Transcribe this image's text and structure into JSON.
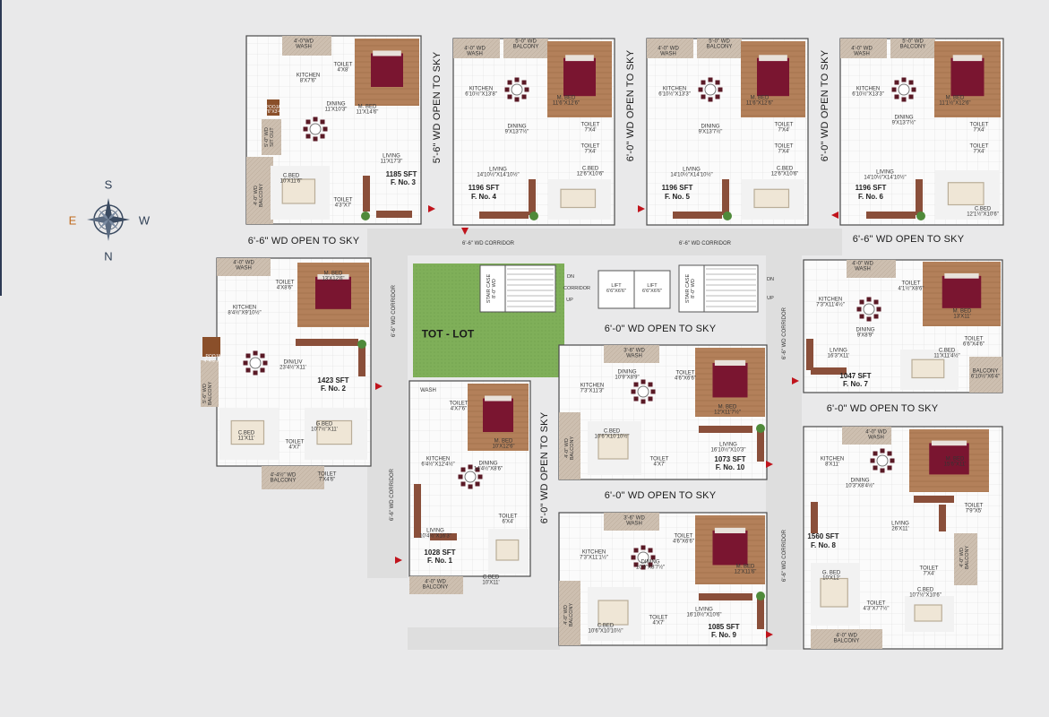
{
  "compass": {
    "north": "N",
    "south": "S",
    "east": "E",
    "west": "W",
    "east_color": "#c06a1e"
  },
  "colors": {
    "background": "#e9e9ea",
    "wall": "#4a4a4a",
    "floor": "#ffffff",
    "wood": "#b07a55",
    "bed": "#7a1530",
    "balcony": "#c9bdb0",
    "grass": "#7fae5a",
    "arrow": "#c0141c"
  },
  "tot_lot": "TOT - LOT",
  "open_to_sky": {
    "top_left": "6'-6\" WD OPEN TO SKY",
    "top_right": "6'-6\" WD OPEN TO SKY",
    "mid_center": "6'-0\" WD OPEN TO SKY",
    "right_mid": "6'-0\" WD OPEN TO SKY",
    "lower_center": "6'-0\" WD OPEN TO SKY",
    "v_f4": "5'-6\" WD OPEN TO SKY",
    "v_f5": "6'-0\" WD OPEN TO SKY",
    "v_f6": "6'-0\" WD OPEN TO SKY",
    "v_f1": "6'-0\" WD OPEN TO SKY"
  },
  "corridors": {
    "c1": "6'-6\" WD CORRIDOR",
    "c2": "6'-6\" WD CORRIDOR",
    "c3": "6'-6\" WD CORRIDOR",
    "c4": "6'-6\" WD CORRIDOR",
    "c5": "6'-6\" WD CORRIDOR",
    "c6": "6'-6\" WD CORRIDOR"
  },
  "core": {
    "stair1": "STAIR CASE\n8'-0\" WD",
    "stair2": "STAIR CASE\n8'-0\" WD",
    "lift1": "LIFT\n6'6\"X6'6\"",
    "lift2": "LIFT\n6'6\"X6'6\"",
    "dn": "DN",
    "corridor": "CORRIDOR",
    "up": "UP",
    "dn2": "DN",
    "up2": "UP"
  },
  "flats": {
    "f3": {
      "area": "1185 SFT",
      "no": "F. No. 3",
      "wash": "4'-0\"WD\nWASH",
      "kitchen": "KITCHEN\n8'X7'6\"",
      "toilet1": "TOILET\n4'X8'",
      "mbed": "M. BED\n11'X14'6\"",
      "dining": "DINING\n11'X10'3\"",
      "pooja": "POOJA\n4'6\"X3'4\"",
      "living": "LIVING\n11'X17'3\"",
      "cbed": "C.BED\n10'X11'6\"",
      "toilet2": "TOILET\n4'3\"X7'",
      "balcony": "4'-0\" WD\nBALCONY",
      "sit": "5'-0\" WD\nSIT OUT"
    },
    "f4": {
      "area": "1196 SFT",
      "no": "F. No. 4",
      "wash": "4'-0\" WD\nWASH",
      "balcony": "5'-0\" WD\nBALCONY",
      "kitchen": "KITCHEN\n6'10½\"X13'8\"",
      "mbed": "M. BED\n11'6\"X12'6\"",
      "dining": "DINING\n9'X13'7½\"",
      "toilet1": "TOILET\n7'X4'",
      "toilet2": "TOILET\n7'X4'",
      "living": "LIVING\n14'10½\"X14'10½\"",
      "cbed": "C.BED\n12'6\"X10'6\""
    },
    "f5": {
      "area": "1196 SFT",
      "no": "F. No. 5",
      "wash": "4'-0\" WD\nWASH",
      "balcony": "5'-0\" WD\nBALCONY",
      "kitchen": "KITCHEN\n6'10½\"X13'3\"",
      "mbed": "M. BED\n11'6\"X12'6\"",
      "dining": "DINING\n9'X13'7½\"",
      "toilet1": "TOILET\n7'X4'",
      "toilet2": "TOILET\n7'X4'",
      "living": "LIVING\n14'10½\"X14'10½\"",
      "cbed": "C.BED\n12'6\"X10'6\""
    },
    "f6": {
      "area": "1196 SFT",
      "no": "F. No. 6",
      "wash": "4'-0\" WD\nWASH",
      "balcony": "5'-0\" WD\nBALCONY",
      "kitchen": "KITCHEN\n6'10½\"X13'3\"",
      "mbed": "M. BED\n11'1½\"X12'6\"",
      "dining": "DINING\n9'X13'7½\"",
      "toilet1": "TOILET\n7'X4'",
      "toilet2": "TOILET\n7'X4'",
      "living": "LIVING\n14'10½\"X14'10½\"",
      "cbed": "C.BED\n12'1½\"X10'6\""
    },
    "f2": {
      "area": "1423 SFT",
      "no": "F. No. 2",
      "wash": "4'-0\" WD\nWASH",
      "toilet1": "TOILET\n4'X8'6\"",
      "mbed": "M. BED\n13'X12'6\"",
      "kitchen": "KITCHEN\n8'4½\"X9'10½\"",
      "pooja": "POOJA\n4'-4½\"X5'",
      "dinliv": "DIN/LIV\n23'4½\"X11'",
      "balcony1": "5'-6\" WD\nBALCONY",
      "cbed": "C.BED\n11'X11'",
      "gbed": "G.BED\n10'7½\"X11'",
      "toilet2": "TOILET\n4'X7'",
      "toilet3": "TOILET\n7'X4'6\"",
      "balcony2": "4'-4½\" WD\nBALCONY"
    },
    "f1": {
      "area": "1028 SFT",
      "no": "F. No. 1",
      "wash": "WASH",
      "toilet1": "TOILET\n4'X7'6\"",
      "mbed": "M. BED\n10'X12'6\"",
      "kitchen": "KITCHEN\n6'4½\"X12'4½\"",
      "dining": "DINING\n14'4½\"X8'6\"",
      "living": "LIVING\n10'4½\"X16'3\"",
      "toilet2": "TOILET\n6'X4'",
      "cbed": "C.BED\n10'X11'",
      "balcony": "4'-0\" WD\nBALCONY"
    },
    "f10": {
      "area": "1073 SFT",
      "no": "F. No. 10",
      "wash": "3'-6\" WD\nWASH",
      "kitchen": "KITCHEN\n7'3\"X11'3\"",
      "dining": "DINING\n10'9\"X8'9\"",
      "toilet1": "TOILET\n4'6\"X6'6\"",
      "mbed": "M. BED\n12'X11'7½\"",
      "cbed": "C.BED\n10'6\"X10'10½\"",
      "balcony": "4'-0\" WD\nBALCONY",
      "toilet2": "TOILET\n4'X7'",
      "living": "LIVING\n16'10½\"X10'3\""
    },
    "f9": {
      "area": "1085 SFT",
      "no": "F. No. 9",
      "wash": "3'-6\" WD\nWASH",
      "kitchen": "KITCHEN\n7'3\"X11'1½\"",
      "toilet1": "TOILET\n4'6\"X6'6\"",
      "dining": "DINING\n10'9\"X8'7½\"",
      "mbed": "M. BED\n12'X11'6\"",
      "balcony": "4'-0\" WD\nBALCONY",
      "cbed": "C.BED\n10'6\"X10'10½\"",
      "toilet2": "TOILET\n4'X7'",
      "living": "LIVING\n16'10½\"X10'6\""
    },
    "f7": {
      "area": "1047 SFT",
      "no": "F. No. 7",
      "wash": "4'-0\" WD\nWASH",
      "toilet1": "TOILET\n4'1½\"X8'6\"",
      "kitchen": "KITCHEN\n7'3\"X11'4½\"",
      "mbed": "M. BED\n13'X11'",
      "dining": "DINING\n9'X8'9\"",
      "living": "LIVING\n16'3\"X11'",
      "cbed": "C.BED\n11'X11'4½\"",
      "toilet2": "TOILET\n6'6\"X4'6\"",
      "balcony": "BALCONY\n6'10½\"X6'4\""
    },
    "f8": {
      "area": "1560 SFT",
      "no": "F. No. 8",
      "wash": "4'-0\" WD\nWASH",
      "kitchen": "KITCHEN\n8'X11'",
      "dining": "DINING\n10'3\"X8'4½\"",
      "mbed": "M. BED\n15'6\"X11'",
      "toilet1": "TOILET\n7'9\"X5'",
      "living": "LIVING\n26'X11'",
      "balcony1": "4'-0\" WD\nBALCONY",
      "toilet2": "TOILET\n7'X4'",
      "gbed": "G. BED\n10'X12'",
      "toilet3": "TOILET\n4'3\"X7'7½\"",
      "cbed": "C.BED\n10'7½\"X10'6\"",
      "balcony2": "4'-0\" WD\nBALCONY"
    }
  }
}
